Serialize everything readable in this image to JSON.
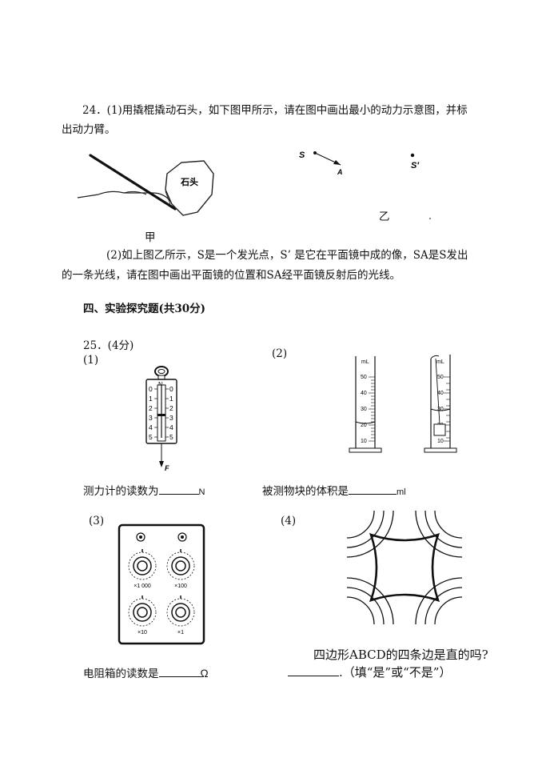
{
  "q24": {
    "part1_line1": "24．(1)用撬棍撬动石头，如下图甲所示，请在图中画出最小的动力示意图，并标",
    "part1_line2": "出动力臂。",
    "rock_label": "石头",
    "fig_jia": "甲",
    "point_s": "S",
    "point_a": "A",
    "point_s_prime": "S′",
    "fig_yi": "乙",
    "part2_line1": "(2)如上图乙所示，S是一个发光点，S’ 是它在平面镜中成的像，SA是S发出",
    "part2_line2": "的一条光线，请在图中画出平面镜的位置和SA经平面镜反射后的光线。"
  },
  "section4": {
    "title": "四、实验探究题(共30分)"
  },
  "q25": {
    "header": "25．(4分)",
    "p1": {
      "label": "(1)",
      "dial_top": "N",
      "scale_left": [
        "0",
        "1",
        "2",
        "3",
        "4",
        "5"
      ],
      "scale_right": [
        "0",
        "1",
        "2",
        "3",
        "4",
        "5"
      ],
      "force_label": "F",
      "caption_prefix": "测力计的读数为",
      "caption_suffix": "N"
    },
    "p2": {
      "label": "(2)",
      "unit": "mL",
      "ticks": [
        "50",
        "40",
        "30",
        "20",
        "10"
      ],
      "caption_prefix": "被测物块的体积是",
      "caption_suffix": "ml"
    },
    "p3": {
      "label": "(3)",
      "multipliers": [
        "×1 000",
        "×100",
        "×10",
        "×1"
      ],
      "caption_prefix": "电阻箱的读数是",
      "caption_suffix": "Ω"
    },
    "p4": {
      "label": "(4)",
      "question": "四边形ABCD的四条边是直的吗?",
      "answer_suffix": ".（填“是”或“不是”）"
    }
  }
}
